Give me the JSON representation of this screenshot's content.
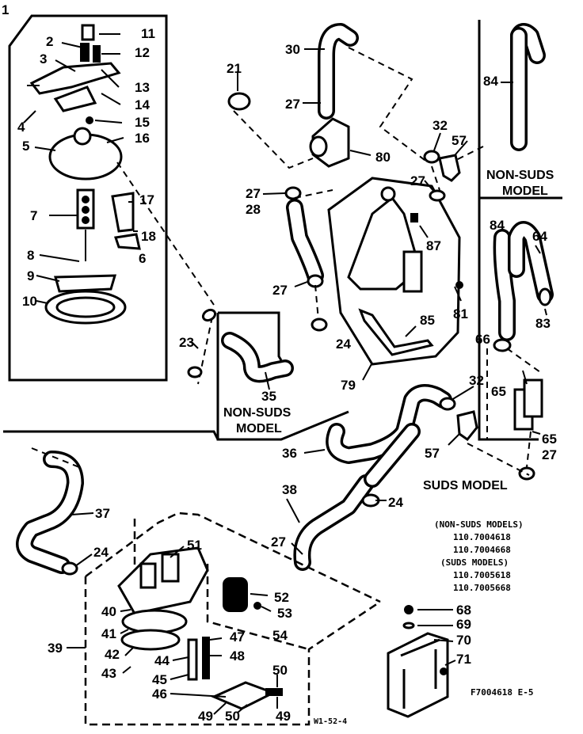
{
  "diagram": {
    "callouts": [
      "1",
      "2",
      "3",
      "4",
      "5",
      "6",
      "7",
      "8",
      "9",
      "10",
      "11",
      "12",
      "13",
      "14",
      "15",
      "16",
      "17",
      "18",
      "21",
      "23",
      "24",
      "24",
      "24",
      "27",
      "27",
      "27",
      "27",
      "27",
      "27",
      "28",
      "30",
      "32",
      "32",
      "35",
      "36",
      "37",
      "38",
      "39",
      "40",
      "41",
      "42",
      "43",
      "44",
      "45",
      "46",
      "47",
      "48",
      "49",
      "49",
      "50",
      "50",
      "51",
      "52",
      "53",
      "54",
      "57",
      "57",
      "64",
      "65",
      "65",
      "66",
      "68",
      "69",
      "70",
      "71",
      "79",
      "80",
      "81",
      "83",
      "84",
      "84",
      "85",
      "87"
    ],
    "labels": {
      "non_suds_top": [
        "NON-SUDS",
        "MODEL"
      ],
      "non_suds_mid": [
        "NON-SUDS",
        "MODEL"
      ],
      "suds_model": "SUDS MODEL"
    },
    "model_list": [
      "(NON-SUDS MODELS)",
      "110.7004618",
      "110.7004668",
      "(SUDS MODELS)",
      "110.7005618",
      "110.7005668"
    ],
    "figure_code": "F7004618 E-5",
    "artist_code": "W1-52-4"
  }
}
